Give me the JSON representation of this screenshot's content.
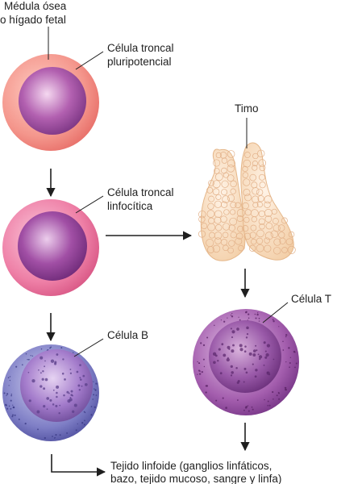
{
  "labels": {
    "source_line1": "Médula ósea",
    "source_line2": "o hígado fetal",
    "pluripotent_line1": "Célula troncal",
    "pluripotent_line2": "pluripotencial",
    "lymphoid_line1": "Célula troncal",
    "lymphoid_line2": "linfocítica",
    "thymus": "Timo",
    "b_cell": "Célula B",
    "t_cell": "Célula T",
    "tissue_line1": "Tejido linfoide (ganglios linfáticos,",
    "tissue_line2": "bazo, tejido mucoso, sangre y linfa)"
  },
  "colors": {
    "pluripotent_outer": "#f4968c",
    "pluripotent_nucleus": "#b260b0",
    "lymphoid_outer": "#ee7fa6",
    "lymphoid_nucleus": "#a14fa5",
    "b_cell_outer": "#7f7fc6",
    "b_cell_nucleus": "#8d5fb4",
    "t_cell_outer": "#a45eae",
    "t_cell_nucleus": "#8f4fa4",
    "thymus": "#f7ddc0",
    "arrow": "#1f1f1f"
  }
}
